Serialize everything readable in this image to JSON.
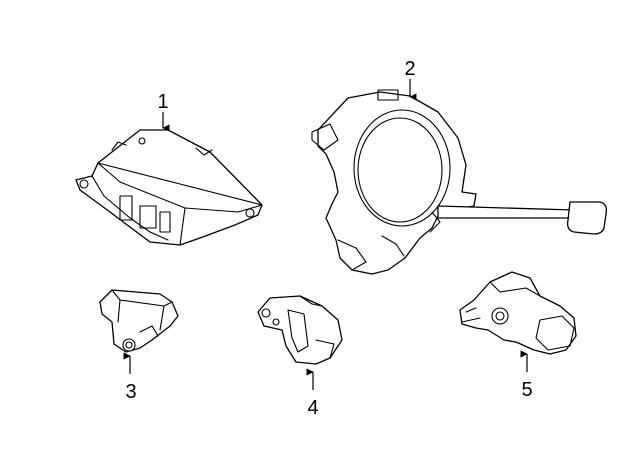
{
  "diagram": {
    "parts": [
      {
        "number": "1",
        "id": "module"
      },
      {
        "number": "2",
        "id": "clock-spring"
      },
      {
        "number": "3",
        "id": "sensor-front"
      },
      {
        "number": "4",
        "id": "sensor-side"
      },
      {
        "number": "5",
        "id": "sensor-rear"
      }
    ]
  }
}
